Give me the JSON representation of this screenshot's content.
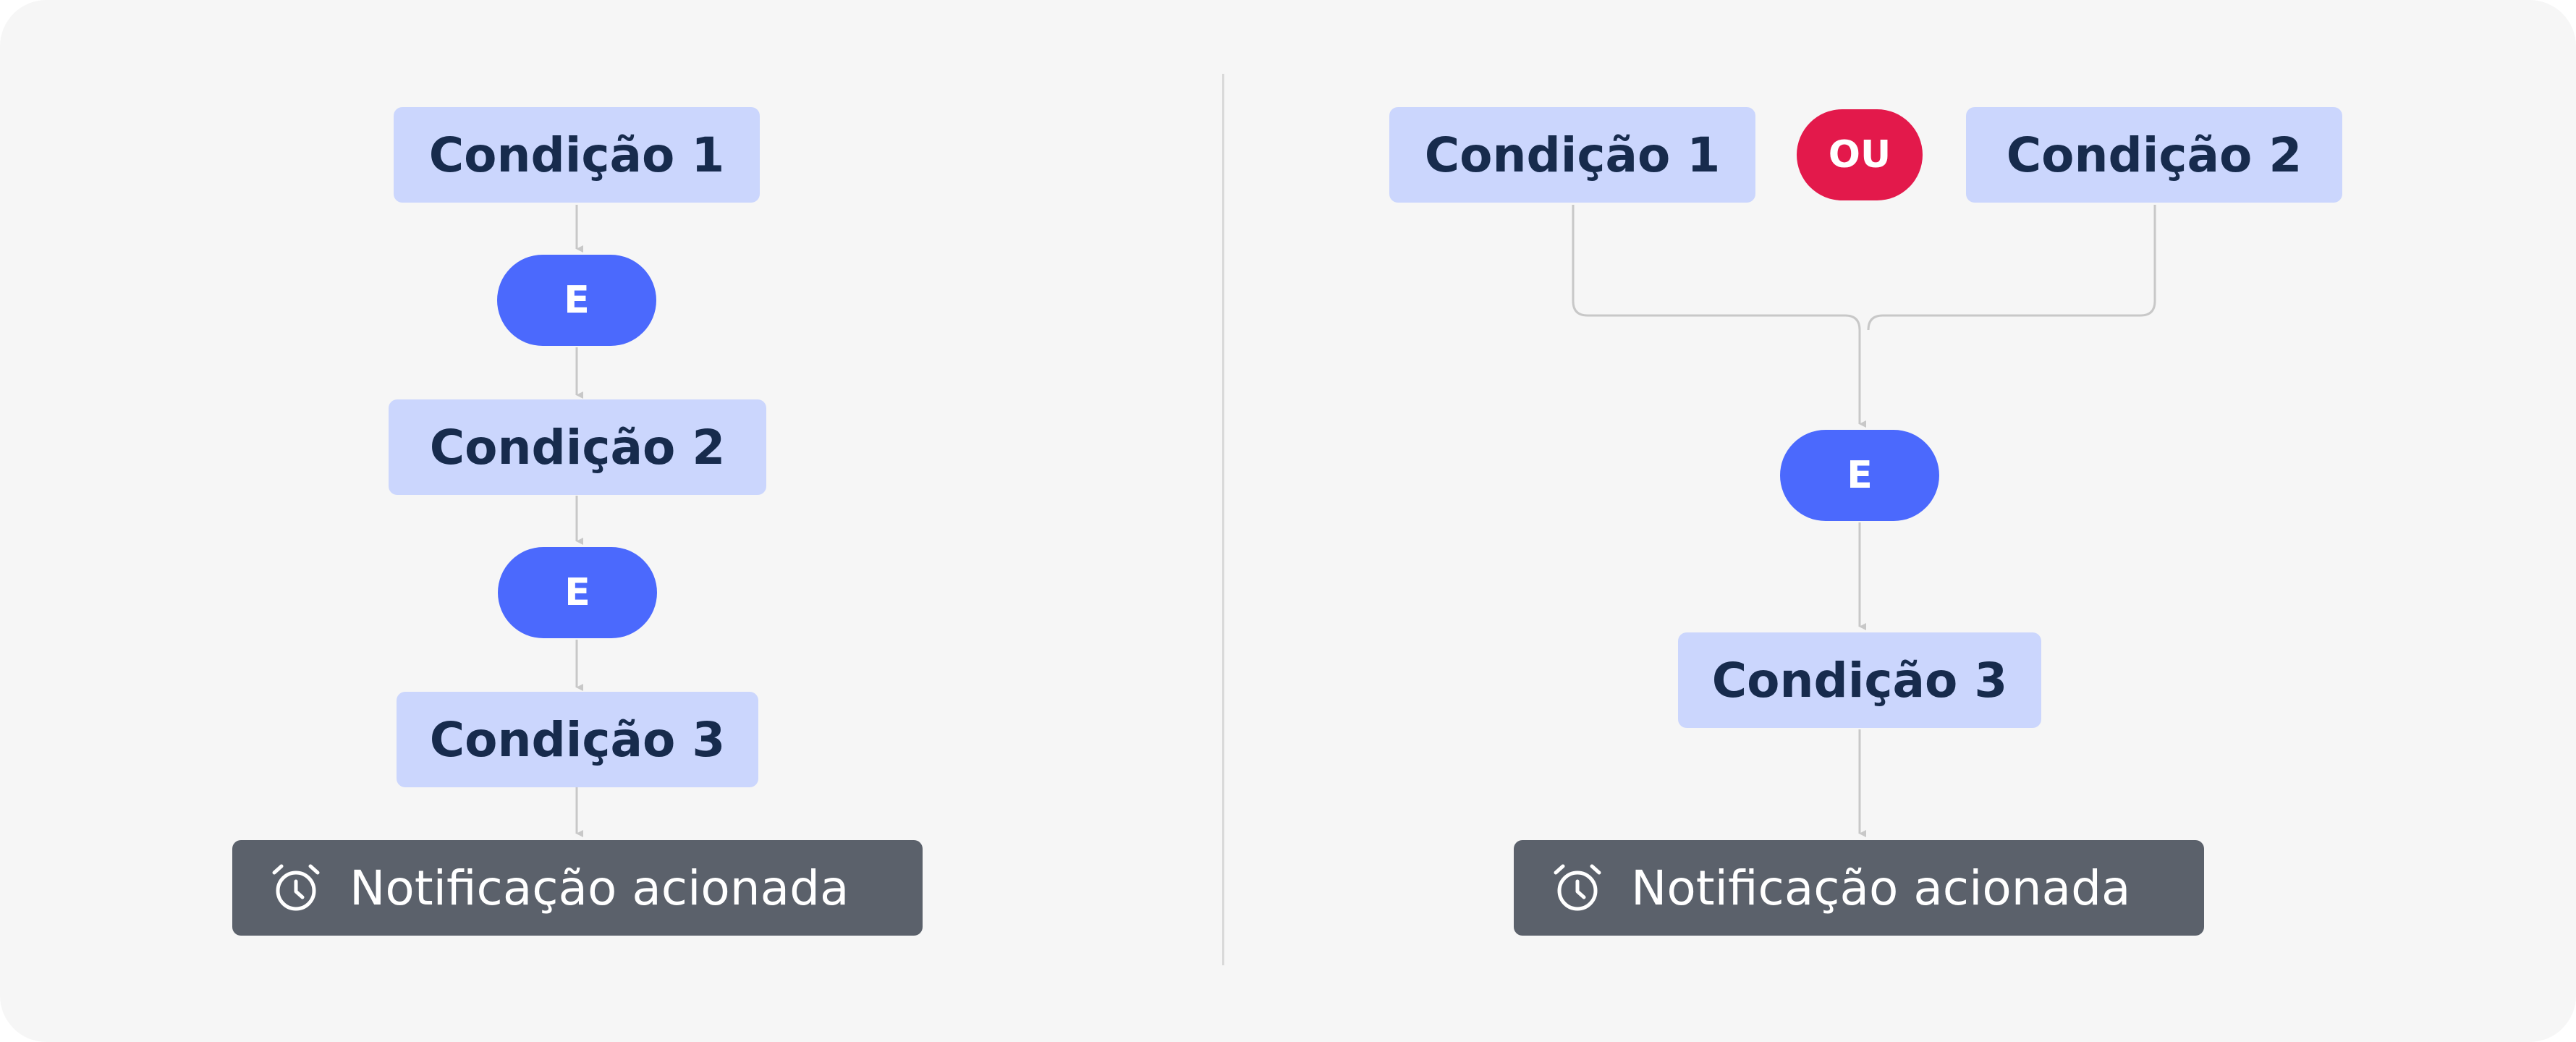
{
  "left_flow": {
    "condition_1": "Condição 1",
    "operator_1": "E",
    "condition_2": "Condição 2",
    "operator_2": "E",
    "condition_3": "Condição 3",
    "notification": {
      "icon": "alarm-clock-icon",
      "label": "Notificação acionada"
    }
  },
  "right_flow": {
    "condition_1": "Condição 1",
    "operator_or": "OU",
    "condition_2": "Condição 2",
    "operator_and": "E",
    "condition_3": "Condição 3",
    "notification": {
      "icon": "alarm-clock-icon",
      "label": "Notificação acionada"
    }
  },
  "colors": {
    "background": "#f6f6f6",
    "condition_fill": "#cbd6fd",
    "condition_text": "#172b4d",
    "and_operator": "#4b69fd",
    "or_operator": "#e3194b",
    "notification_fill": "#5b616b",
    "connector": "#c8c8c8"
  }
}
